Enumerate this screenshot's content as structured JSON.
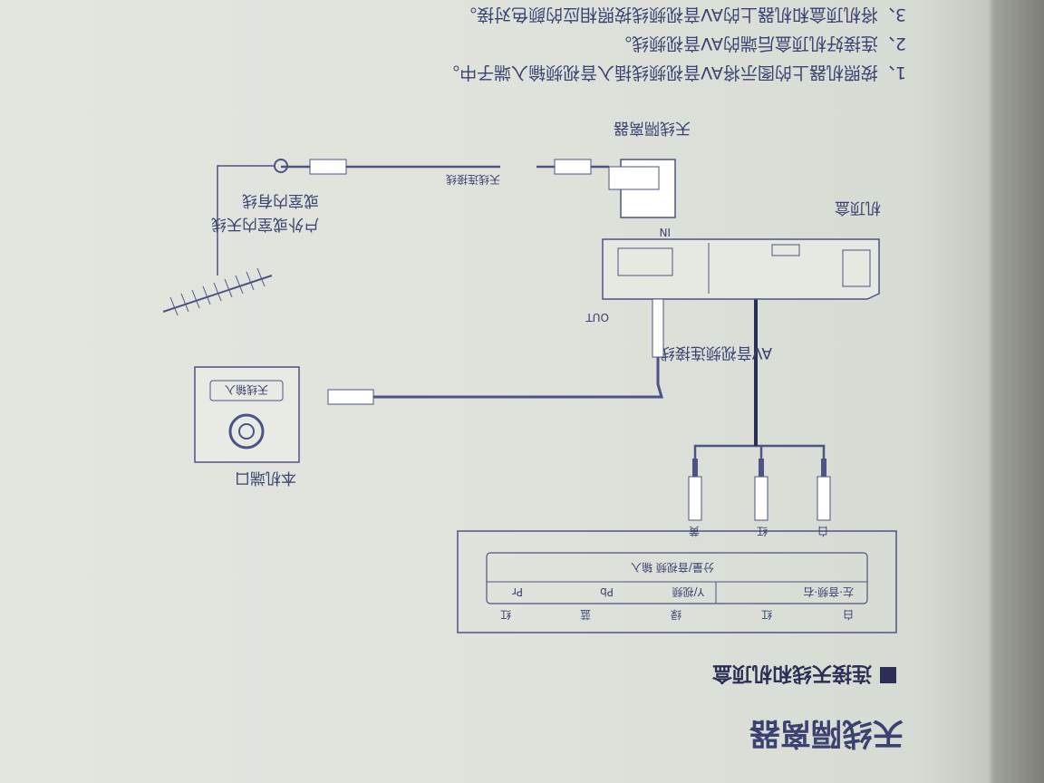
{
  "section_title_top": "天线隔离器",
  "section_heading": "连接天线和机顶盒",
  "table": {
    "title": "分量/音视频 输入",
    "columns": [
      "左·音频·右",
      "Y/视频",
      "Pb",
      "Pr"
    ],
    "colors": [
      "白",
      "红",
      "绿",
      "蓝",
      "红"
    ]
  },
  "diagram": {
    "local_port_label": "本机端口",
    "antenna_input_label": "天线输入",
    "stb_label": "机顶盒",
    "out_label": "OUT",
    "in_label": "IN",
    "isolator_label": "天线隔离器",
    "antenna_cable_label": "天线连接线",
    "av_cable_label": "AV音视频连接线",
    "plug_colors": [
      "白",
      "红",
      "黄"
    ],
    "antenna_label_1": "户外或室内天线",
    "antenna_label_2": "或室内有线"
  },
  "instructions": [
    "1、按照机器上的图示将AV音视频线插入音视频输入端子中。",
    "2、连接好机顶盒后端的AV音视频线。",
    "3、将机顶盒和机器上的AV音视频线按照相应的颜色对接。"
  ]
}
